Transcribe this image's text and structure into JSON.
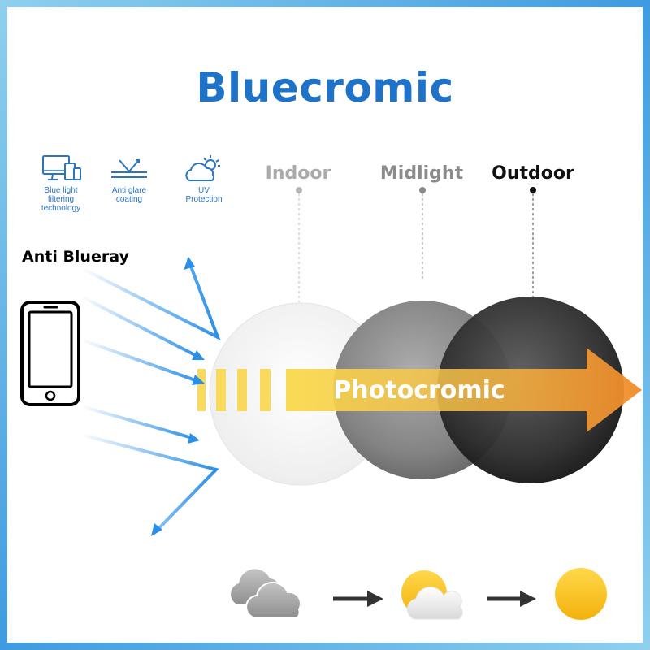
{
  "title": "Bluecromic",
  "features": [
    {
      "icon": "monitor-devices-icon",
      "label": "Blue light filtering technology",
      "lines": [
        "Blue light",
        "filtering",
        "technology"
      ]
    },
    {
      "icon": "anti-glare-icon",
      "label": "Anti glare coating",
      "lines": [
        "Anti glare",
        "coating"
      ]
    },
    {
      "icon": "uv-cloud-sun-icon",
      "label": "UV Protection",
      "lines": [
        "UV",
        "Protection"
      ]
    }
  ],
  "states": [
    {
      "label": "Indoor",
      "color": "#a9a9a9"
    },
    {
      "label": "Midlight",
      "color": "#8a8a8a"
    },
    {
      "label": "Outdoor",
      "color": "#111111"
    }
  ],
  "anti_blueray": "Anti Blueray",
  "photocromic": "Photocromic",
  "colors": {
    "title": "#1e73c9",
    "ray": "#2b8fe6",
    "arrow_yellow": "#f9d64a",
    "arrow_orange": "#f08a2a",
    "border": "#5aaee6"
  },
  "weather": [
    "cloudy-icon",
    "partly-sunny-icon",
    "sunny-icon"
  ]
}
